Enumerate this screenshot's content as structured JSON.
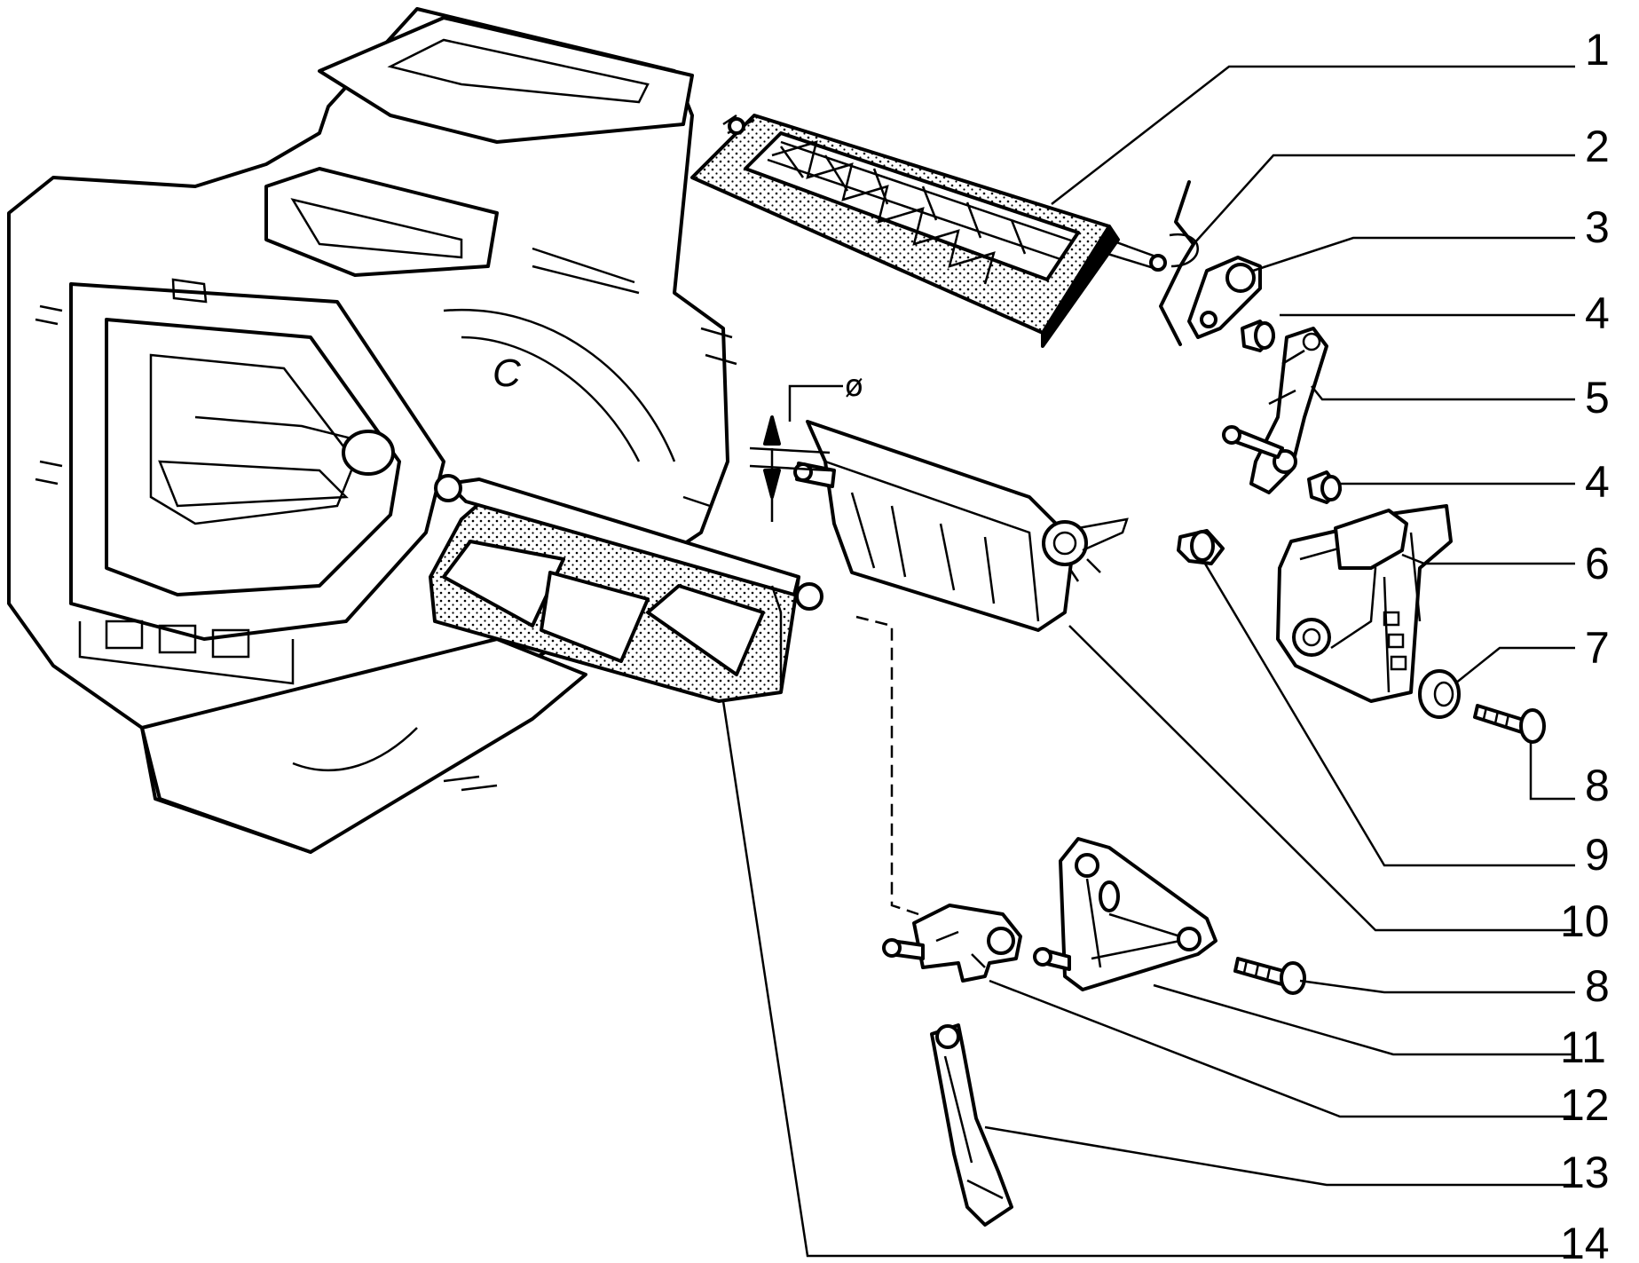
{
  "callouts": [
    {
      "label": "1"
    },
    {
      "label": "2"
    },
    {
      "label": "3"
    },
    {
      "label": "4"
    },
    {
      "label": "5"
    },
    {
      "label": "4"
    },
    {
      "label": "6"
    },
    {
      "label": "7"
    },
    {
      "label": "8"
    },
    {
      "label": "9"
    },
    {
      "label": "10"
    },
    {
      "label": "8"
    },
    {
      "label": "11"
    },
    {
      "label": "12"
    },
    {
      "label": "13"
    },
    {
      "label": "14"
    }
  ],
  "dimension_symbol": "ø",
  "housing_mark": "C"
}
